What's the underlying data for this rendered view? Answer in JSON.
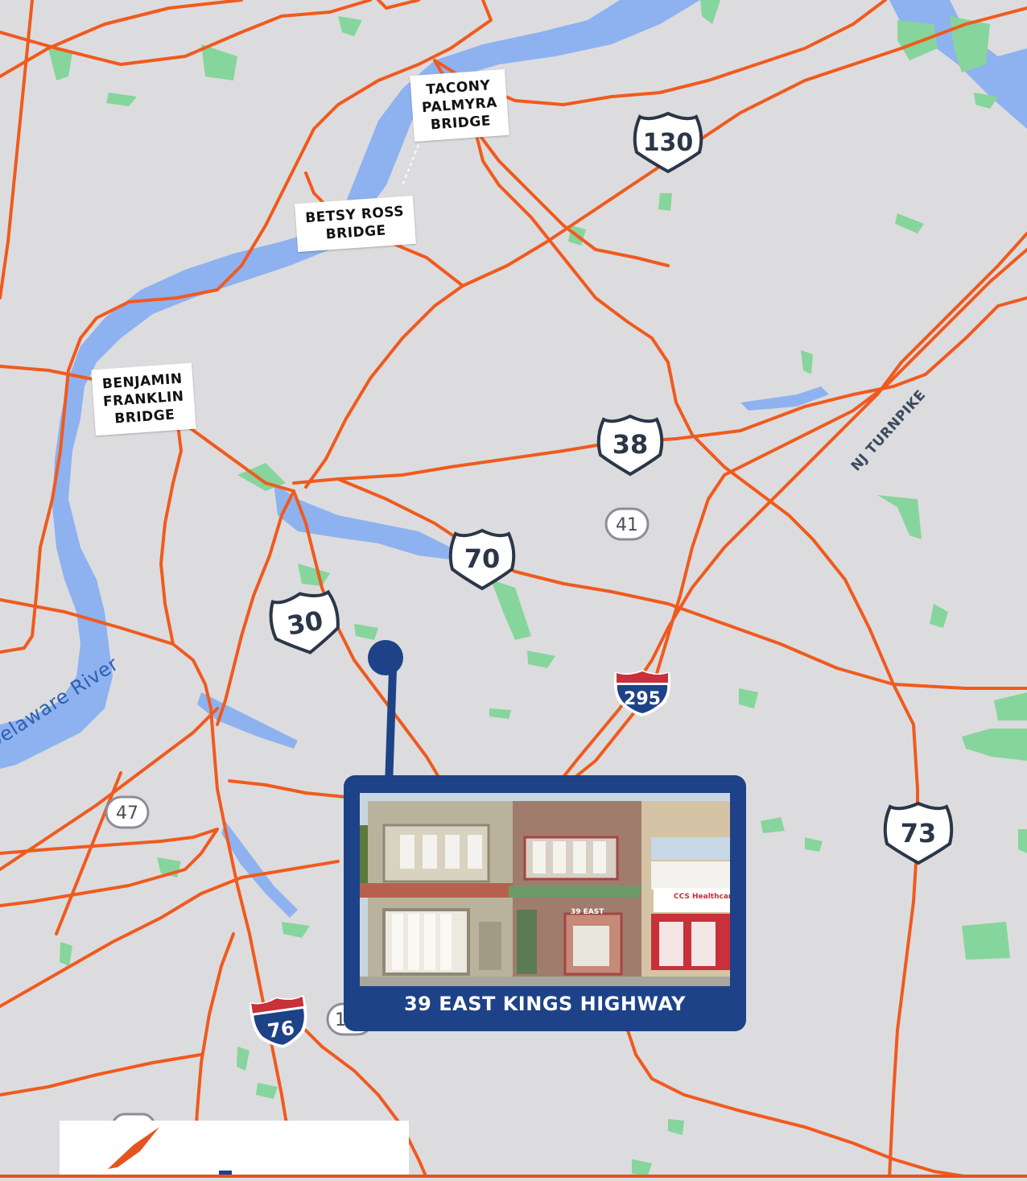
{
  "map": {
    "colors": {
      "background": "#dcdcde",
      "road": "#f05a1e",
      "water": "#8eb2f0",
      "park": "#86d59c",
      "pin": "#1d4287"
    },
    "bridges": [
      {
        "id": "tacony",
        "label": "TACONY\nPALMYRA\nBRIDGE"
      },
      {
        "id": "betsy",
        "label": "BETSY ROSS\nBRIDGE"
      },
      {
        "id": "franklin",
        "label": "BENJAMIN\nFRANKLIN\nBRIDGE"
      }
    ],
    "turnpike_label": "NJ TURNPIKE",
    "river_label": "Delaware River",
    "us_routes": [
      "130",
      "38",
      "70",
      "30",
      "73"
    ],
    "state_routes": [
      "41",
      "47"
    ],
    "interstates": [
      "295",
      "76"
    ],
    "partial_route": "1"
  },
  "property": {
    "title": "39 EAST KINGS HIGHWAY",
    "photo_sign_text": "CCS Healthcare",
    "photo_door_text": "39 EAST"
  }
}
